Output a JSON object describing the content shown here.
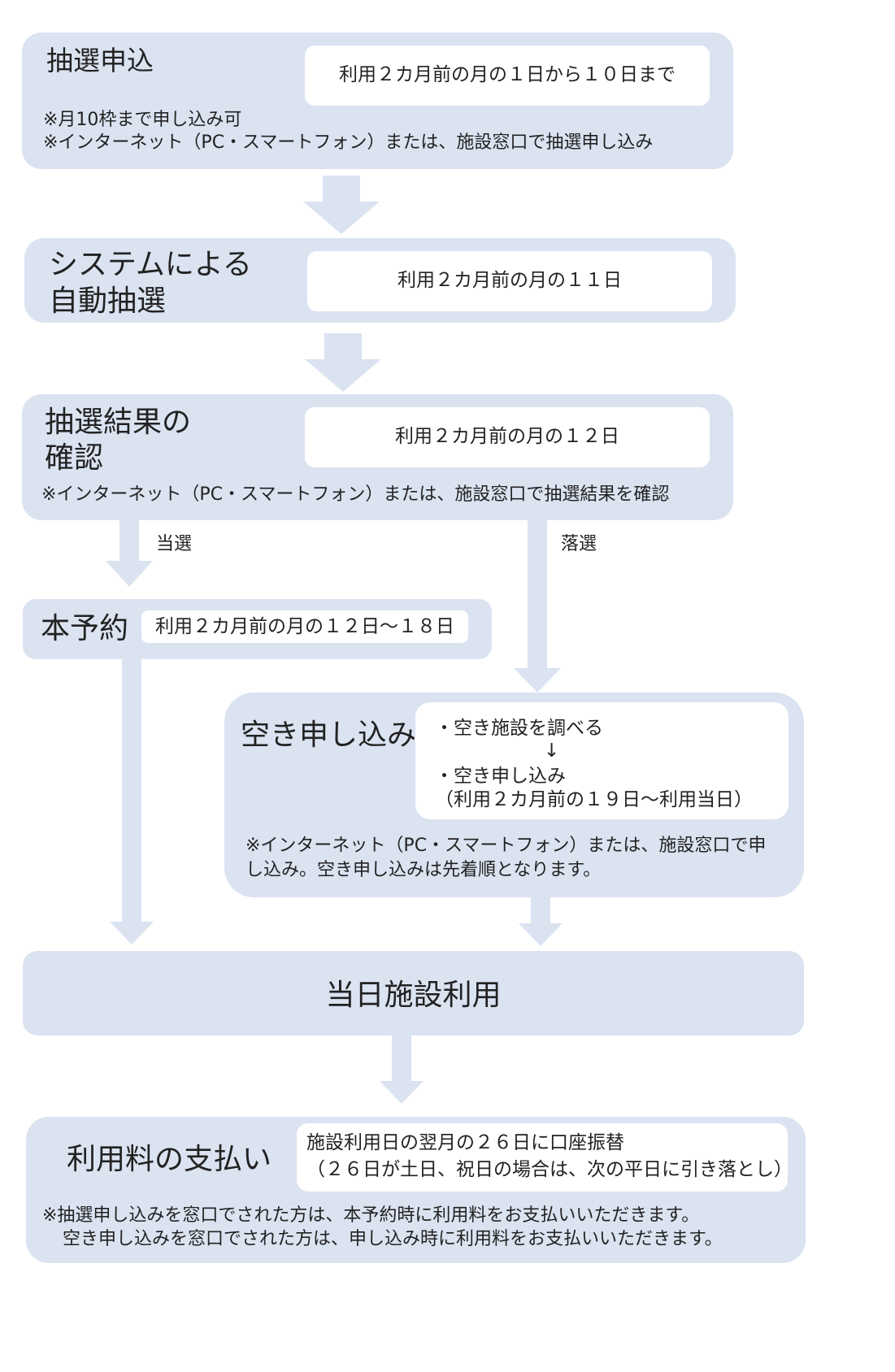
{
  "steps": {
    "lottery_apply": {
      "title": "抽選申込",
      "period": "利用２カ月前の月の１日から１０日まで",
      "note1": "※月10枠まで申し込み可",
      "note2": "※インターネット（PC・スマートフォン）または、施設窓口で抽選申し込み"
    },
    "auto_draw": {
      "title_line1": "システムによる",
      "title_line2": "自動抽選",
      "date": "利用２カ月前の月の１１日"
    },
    "result_check": {
      "title_line1": "抽選結果の",
      "title_line2": "確認",
      "date": "利用２カ月前の月の１２日",
      "note": "※インターネット（PC・スマートフォン）または、施設窓口で抽選結果を確認"
    },
    "branch": {
      "win": "当選",
      "lose": "落選"
    },
    "reservation": {
      "title": "本予約",
      "period": "利用２カ月前の月の１２日～１８日"
    },
    "vacancy_apply": {
      "title": "空き申し込み",
      "item1": "・空き施設を調べる",
      "down_arrow": "↓",
      "item2": "・空き申し込み",
      "item3": "（利用２カ月前の１９日～利用当日）",
      "note_line1": "※インターネット（PC・スマートフォン）または、施設窓口で申",
      "note_line2": "し込み。空き申し込みは先着順となります。"
    },
    "use_day": {
      "title": "当日施設利用"
    },
    "payment": {
      "title": "利用料の支払い",
      "detail_line1": "施設利用日の翌月の２６日に口座振替",
      "detail_line2": "（２６日が土日、祝日の場合は、次の平日に引き落とし）",
      "note_line1": "※抽選申し込みを窓口でされた方は、本予約時に利用料をお支払いいただきます。",
      "note_line2": "空き申し込みを窓口でされた方は、申し込み時に利用料をお支払いいただきます。"
    }
  },
  "colors": {
    "box": "#dbe3f1",
    "inner": "#ffffff",
    "text": "#222222"
  }
}
